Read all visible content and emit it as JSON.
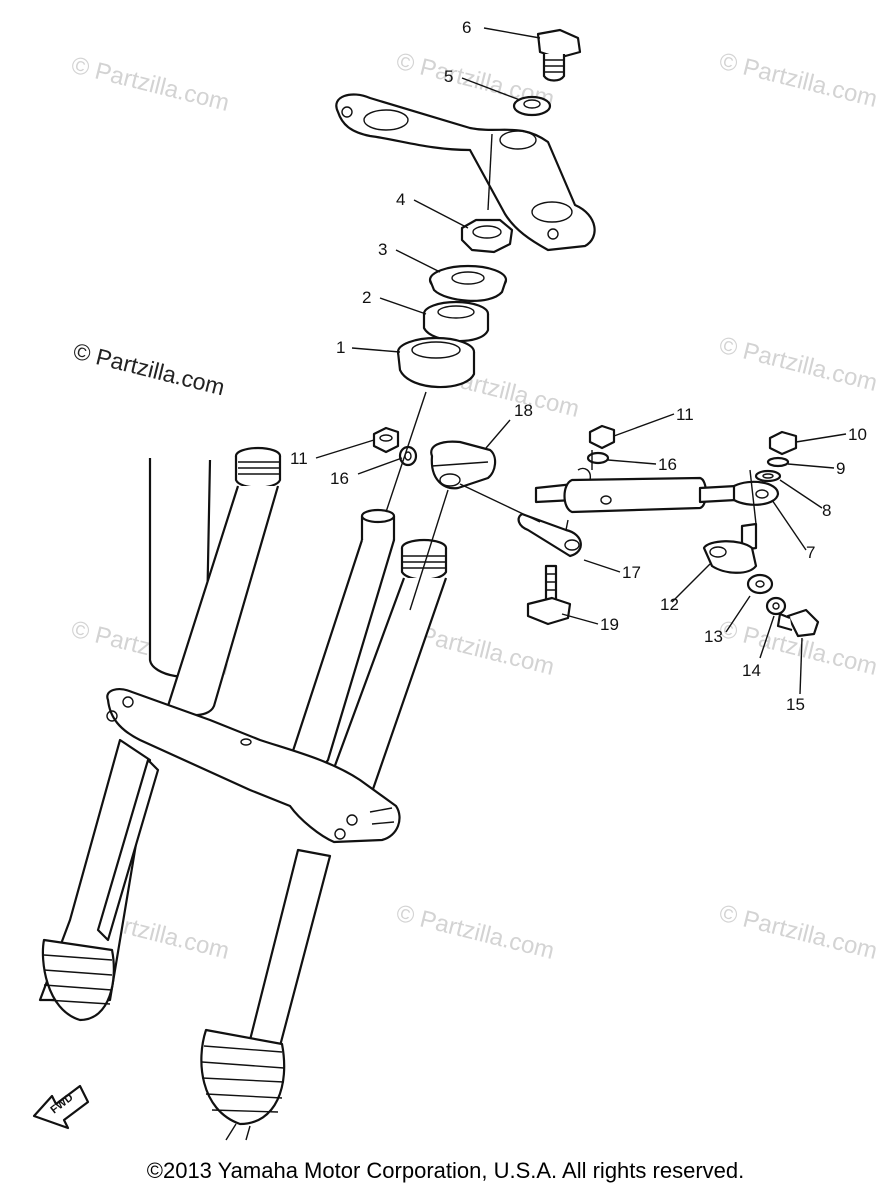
{
  "watermarks": {
    "main": "© Partzilla.com",
    "tile": "© Partzilla.com"
  },
  "callouts": {
    "c1": "1",
    "c2": "2",
    "c3": "3",
    "c4": "4",
    "c5": "5",
    "c6": "6",
    "c7": "7",
    "c8": "8",
    "c9": "9",
    "c10": "10",
    "c11a": "11",
    "c11b": "11",
    "c12": "12",
    "c13": "13",
    "c14": "14",
    "c15": "15",
    "c16a": "16",
    "c16b": "16",
    "c17": "17",
    "c18": "18",
    "c19": "19"
  },
  "fwd_label": "FWD",
  "copyright": "©2013  Yamaha Motor Corporation, U.S.A. All rights reserved."
}
